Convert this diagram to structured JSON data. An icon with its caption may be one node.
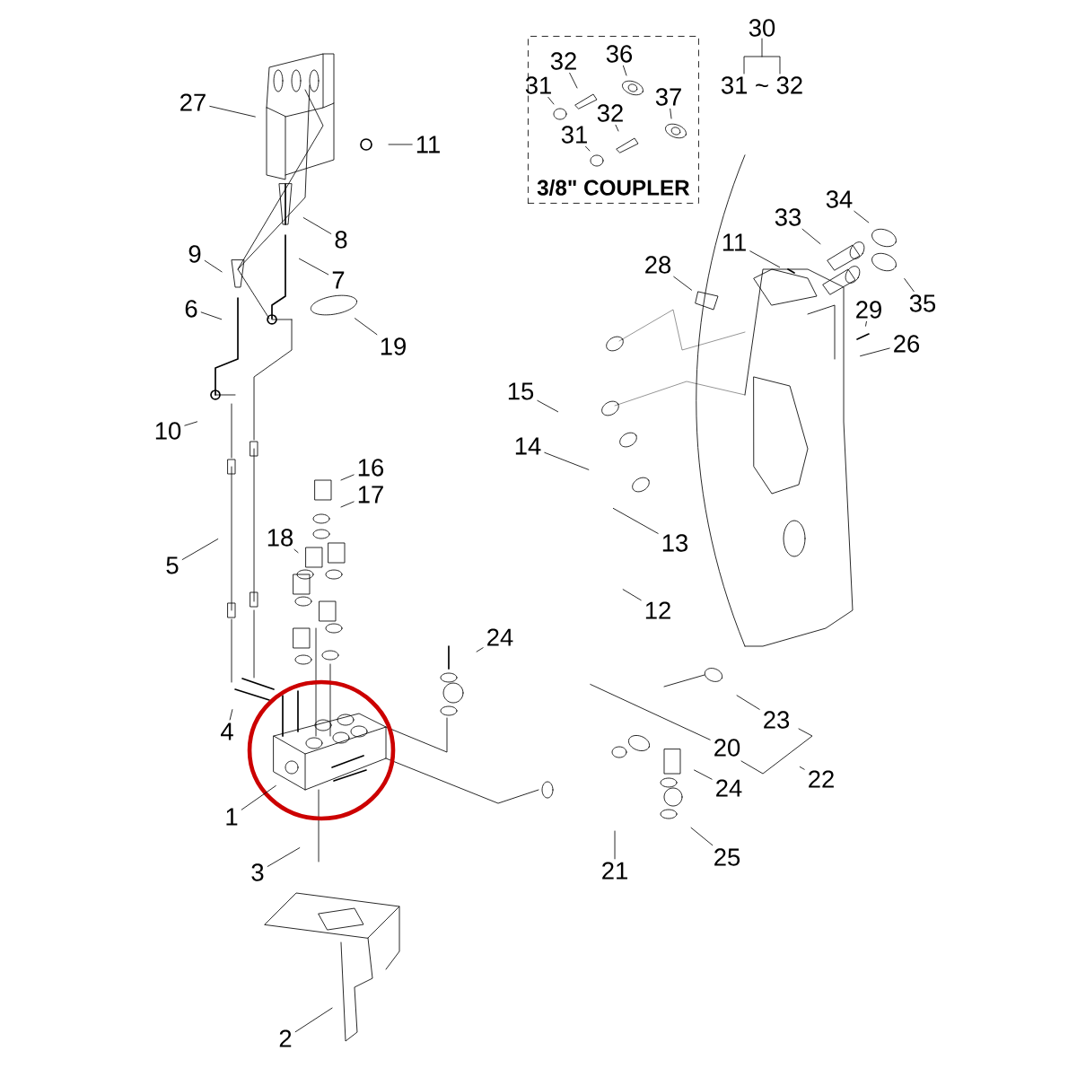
{
  "diagram": {
    "nodes": [
      {
        "text": [
          "3/8\" COUPLER"
        ]
      },
      {
        "text": [
          "36"
        ],
        "in": 0
      },
      {
        "text": [
          "32"
        ],
        "in": 0
      },
      {
        "text": [
          "31"
        ],
        "in": 0
      },
      {
        "text": [
          "37"
        ],
        "in": 0
      },
      {
        "text": [
          "32"
        ],
        "in": 0
      },
      {
        "text": [
          "31"
        ],
        "in": 0
      },
      {
        "text": [
          "27"
        ]
      },
      {
        "text": [
          "11"
        ]
      },
      {
        "text": [
          "8"
        ]
      },
      {
        "text": [
          "7"
        ]
      },
      {
        "text": [
          "9"
        ]
      },
      {
        "text": [
          "6"
        ]
      },
      {
        "text": [
          "19"
        ]
      },
      {
        "text": [
          "10"
        ]
      },
      {
        "text": [
          "5"
        ]
      },
      {
        "text": [
          "16"
        ]
      },
      {
        "text": [
          "17"
        ]
      },
      {
        "text": [
          "18"
        ]
      },
      {
        "text": [
          "15"
        ]
      },
      {
        "text": [
          "14"
        ]
      },
      {
        "text": [
          "13"
        ]
      },
      {
        "text": [
          "12"
        ]
      },
      {
        "text": [
          "24"
        ]
      },
      {
        "text": [
          "23"
        ]
      },
      {
        "text": [
          "20"
        ]
      },
      {
        "text": [
          "22"
        ]
      },
      {
        "text": [
          "24"
        ]
      },
      {
        "text": [
          "25"
        ]
      },
      {
        "text": [
          "21"
        ]
      },
      {
        "text": [
          "1"
        ]
      },
      {
        "text": [
          "3"
        ]
      },
      {
        "text": [
          "4"
        ]
      },
      {
        "text": [
          "2"
        ]
      },
      {
        "text": [
          "11"
        ]
      },
      {
        "text": [
          "28"
        ]
      },
      {
        "text": [
          "33"
        ]
      },
      {
        "text": [
          "34"
        ]
      },
      {
        "text": [
          "35"
        ]
      },
      {
        "text": [
          "29"
        ]
      },
      {
        "text": [
          "26"
        ]
      }
    ],
    "edges": [
      {
        "from": 1,
        "to": null,
        "arrow": "none"
      },
      {
        "from": 2,
        "to": null,
        "arrow": "none"
      },
      {
        "from": 3,
        "to": null,
        "arrow": "none"
      },
      {
        "from": 4,
        "to": null,
        "arrow": "none"
      },
      {
        "from": 5,
        "to": null,
        "arrow": "none"
      },
      {
        "from": 6,
        "to": null,
        "arrow": "none"
      },
      {
        "from": 7,
        "to": null,
        "arrow": "none"
      },
      {
        "from": 8,
        "to": null,
        "arrow": "none"
      },
      {
        "from": 9,
        "to": null,
        "arrow": "none"
      },
      {
        "from": 10,
        "to": null,
        "arrow": "none"
      },
      {
        "from": 11,
        "to": null,
        "arrow": "none"
      },
      {
        "from": 12,
        "to": null,
        "arrow": "none"
      },
      {
        "from": 13,
        "to": null,
        "arrow": "none"
      },
      {
        "from": 14,
        "to": null,
        "arrow": "none"
      },
      {
        "from": 15,
        "to": null,
        "arrow": "none"
      },
      {
        "from": 16,
        "to": null,
        "arrow": "none"
      },
      {
        "from": 17,
        "to": null,
        "arrow": "none"
      },
      {
        "from": 18,
        "to": null,
        "arrow": "none"
      },
      {
        "from": 19,
        "to": null,
        "arrow": "none"
      },
      {
        "from": 20,
        "to": null,
        "arrow": "none"
      },
      {
        "from": 21,
        "to": null,
        "arrow": "none"
      },
      {
        "from": 22,
        "to": null,
        "arrow": "none"
      },
      {
        "from": 23,
        "to": null,
        "arrow": "none"
      },
      {
        "from": 24,
        "to": null,
        "arrow": "none"
      },
      {
        "from": 25,
        "to": null,
        "arrow": "none"
      },
      {
        "from": 26,
        "to": null,
        "arrow": "none"
      },
      {
        "from": 27,
        "to": null,
        "arrow": "none"
      },
      {
        "from": 28,
        "to": null,
        "arrow": "none"
      },
      {
        "from": 29,
        "to": null,
        "arrow": "none"
      },
      {
        "from": 30,
        "to": null,
        "arrow": "none"
      },
      {
        "from": 31,
        "to": null,
        "arrow": "none"
      },
      {
        "from": 32,
        "to": null,
        "arrow": "none"
      },
      {
        "from": 33,
        "to": null,
        "arrow": "none"
      },
      {
        "from": 34,
        "to": null,
        "arrow": "none"
      },
      {
        "from": 35,
        "to": null,
        "arrow": "none"
      },
      {
        "from": 36,
        "to": null,
        "arrow": "none"
      },
      {
        "from": 37,
        "to": null,
        "arrow": "none"
      },
      {
        "from": 38,
        "to": null,
        "arrow": "none"
      },
      {
        "from": 39,
        "to": null,
        "arrow": "none"
      },
      {
        "from": 40,
        "to": null,
        "arrow": "none"
      }
    ],
    "labels": [
      "30",
      "31 ~ 32"
    ]
  }
}
